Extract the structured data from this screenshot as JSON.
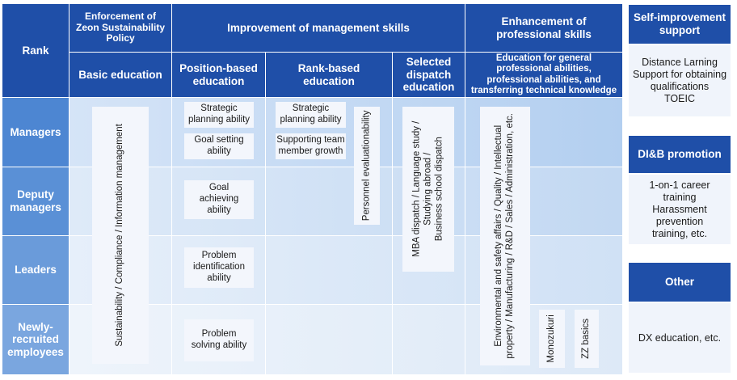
{
  "header": {
    "rank": "Rank",
    "enforcement": "Enforcement of Zeon Sustainability Policy",
    "improvement": "Improvement of management skills",
    "enhancement": "Enhancement of professional skills",
    "basic_education": "Basic education",
    "position_based": "Position-based education",
    "rank_based": "Rank-based education",
    "selected_dispatch": "Selected dispatch education",
    "general_professional": "Education for general professional abilities, professional abilities, and transferring technical knowledge"
  },
  "rows": {
    "managers": "Managers",
    "deputy": "Deputy managers",
    "leaders": "Leaders",
    "newly": "Newly-recruited employees"
  },
  "boxes": {
    "sustainability": "Sustainability / Compliance / Information management",
    "strategic_planning_pos": "Strategic planning ability",
    "goal_setting": "Goal setting ability",
    "goal_achieving": "Goal achieving ability",
    "problem_identification": "Problem identification ability",
    "problem_solving": "Problem solving ability",
    "strategic_planning_rank": "Strategic planning ability",
    "supporting_team": "Supporting team member growth",
    "personnel_evaluation": "Personnel evaluationability",
    "mba_line1": "MBA dispatch / Language study /",
    "mba_line2": "Studying abroad /",
    "mba_line3": "Business school dispatch",
    "env_line1": "Environmental and safety affairs / Quality / Intellectual",
    "env_line2": "property / Manufacturing / R&D / Sales / Administration, etc.",
    "monozukuri": "Monozukuri",
    "zz_basics": "ZZ basics"
  },
  "side": {
    "self_improvement": {
      "title": "Self-improvement support",
      "items": [
        "Distance Larning",
        "Support for obtaining qualifications",
        "TOEIC"
      ]
    },
    "dib": {
      "title": "DI&B promotion",
      "items": [
        "1-on-1 career training",
        "Harassment prevention training, etc."
      ]
    },
    "other": {
      "title": "Other",
      "items": [
        "DX education, etc."
      ]
    }
  }
}
